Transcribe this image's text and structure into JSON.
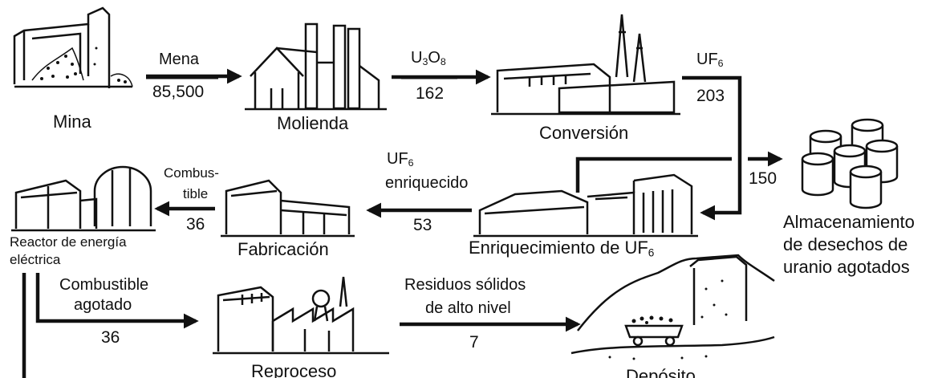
{
  "stages": {
    "mine": "Mina",
    "mill": "Molienda",
    "conversion": "Conversión",
    "reactor_line1": "Reactor de energía",
    "reactor_line2": "eléctrica",
    "fabrication": "Fabricación",
    "enrichment": "Enriquecimiento de UF",
    "enrichment_sub": "6",
    "storage_line1": "Almacenamiento",
    "storage_line2": "de desechos de",
    "storage_line3": "uranio agotados",
    "reprocessing": "Reproceso",
    "repository": "Depósito"
  },
  "flows": {
    "ore_label": "Mena",
    "ore_value": "85,500",
    "u3o8_a": "U",
    "u3o8_sub1": "3",
    "u3o8_b": "O",
    "u3o8_sub2": "8",
    "u3o8_value": "162",
    "uf6_label": "UF",
    "uf6_sub": "6",
    "uf6_value": "203",
    "depleted_value": "150",
    "enriched_label": "UF",
    "enriched_sub": "6",
    "enriched_word": "enriquecido",
    "enriched_value": "53",
    "fuel_line1": "Combus-",
    "fuel_line2": "tible",
    "fuel_value": "36",
    "spent_line1": "Combustible",
    "spent_line2": "agotado",
    "spent_value": "36",
    "waste_line1": "Residuos sólidos",
    "waste_line2": "de alto nivel",
    "waste_value": "7"
  }
}
